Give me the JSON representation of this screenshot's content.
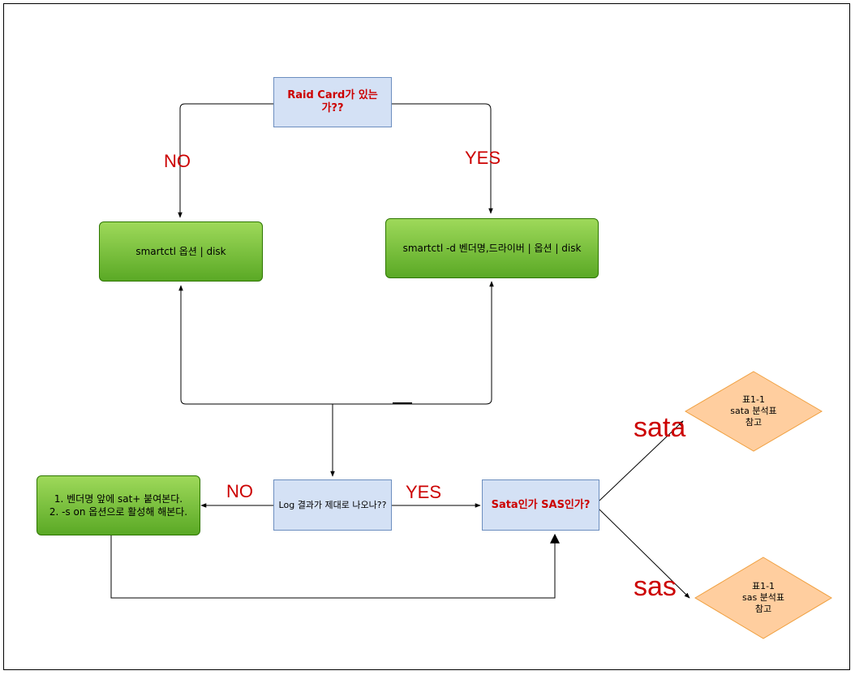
{
  "nodes": {
    "raid_question": "Raid Card가 있는\n가??",
    "smartctl_basic": "smartctl 옵션 | disk",
    "smartctl_vendor": "smartctl -d 벤더명,드라이버 | 옵션 | disk",
    "log_question": "Log 결과가 제대로 나오나??",
    "fix_steps": "1. 벤더명 앞에 sat+ 붙여본다.\n2. -s on 옵션으로 활성해 해본다.",
    "sata_sas_question": "Sata인가 SAS인가?",
    "sata_ref": "표1-1\nsata 분석표\n참고",
    "sas_ref": "표1-1\nsas 분석표\n참고"
  },
  "edge_labels": {
    "raid_no": "NO",
    "raid_yes": "YES",
    "log_no": "NO",
    "log_yes": "YES",
    "sata": "sata",
    "sas": "sas"
  },
  "colors": {
    "process_fill_top": "#9ed95a",
    "process_fill_bottom": "#5aa925",
    "decision_fill": "#d4e1f5",
    "decision_border": "#6c8ebf",
    "reference_fill": "#ffce9f",
    "reference_border": "#f0a040",
    "label_red": "#cc0000"
  }
}
